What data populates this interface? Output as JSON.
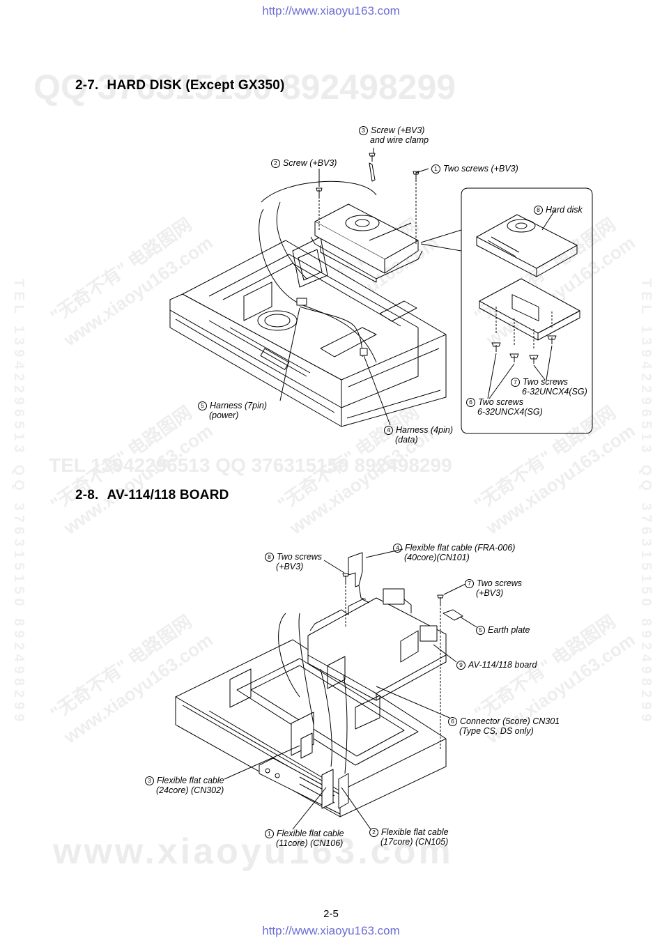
{
  "header_url": "http://www.xiaoyu163.com",
  "footer_url": "http://www.xiaoyu163.com",
  "page_number": "2-5",
  "watermarks": {
    "qq_line": "QQ 376315150    892498299",
    "tel_line": "TEL 13942296513    QQ 376315150    892498299",
    "site_line": "www.xiaoyu163.com",
    "cn_brand": "\"无奇不有\" 电路图网",
    "cn_site": "www.xiaoyu163.com",
    "side_text": "TEL 13942296513  QQ 376315150  892498299"
  },
  "sections": [
    {
      "number": "2-7.",
      "title": "HARD DISK (Except GX350)",
      "labels": [
        {
          "n": "3",
          "line1": "Screw (+BV3)",
          "line2": "and wire clamp"
        },
        {
          "n": "2",
          "line1": "Screw (+BV3)",
          "line2": ""
        },
        {
          "n": "1",
          "line1": "Two screws (+BV3)",
          "line2": ""
        },
        {
          "n": "8",
          "line1": "Hard disk",
          "line2": ""
        },
        {
          "n": "7",
          "line1": "Two screws",
          "line2": "6-32UNCX4(SG)"
        },
        {
          "n": "6",
          "line1": "Two screws",
          "line2": "6-32UNCX4(SG)"
        },
        {
          "n": "5",
          "line1": "Harness (7pin)",
          "line2": "(power)"
        },
        {
          "n": "4",
          "line1": "Harness (4pin)",
          "line2": "(data)"
        }
      ]
    },
    {
      "number": "2-8.",
      "title": "AV-114/118 BOARD",
      "labels": [
        {
          "n": "8",
          "line1": "Two screws",
          "line2": "(+BV3)"
        },
        {
          "n": "4",
          "line1": "Flexible flat cable (FRA-006)",
          "line2": "(40core)(CN101)"
        },
        {
          "n": "7",
          "line1": "Two screws",
          "line2": "(+BV3)"
        },
        {
          "n": "5",
          "line1": "Earth plate",
          "line2": ""
        },
        {
          "n": "9",
          "line1": "AV-114/118 board",
          "line2": ""
        },
        {
          "n": "6",
          "line1": "Connector (5core) CN301",
          "line2": "(Type CS, DS only)"
        },
        {
          "n": "3",
          "line1": "Flexible flat cable",
          "line2": "(24core) (CN302)"
        },
        {
          "n": "1",
          "line1": "Flexible flat cable",
          "line2": "(11core) (CN106)"
        },
        {
          "n": "2",
          "line1": "Flexible flat cable",
          "line2": "(17core) (CN105)"
        }
      ]
    }
  ]
}
